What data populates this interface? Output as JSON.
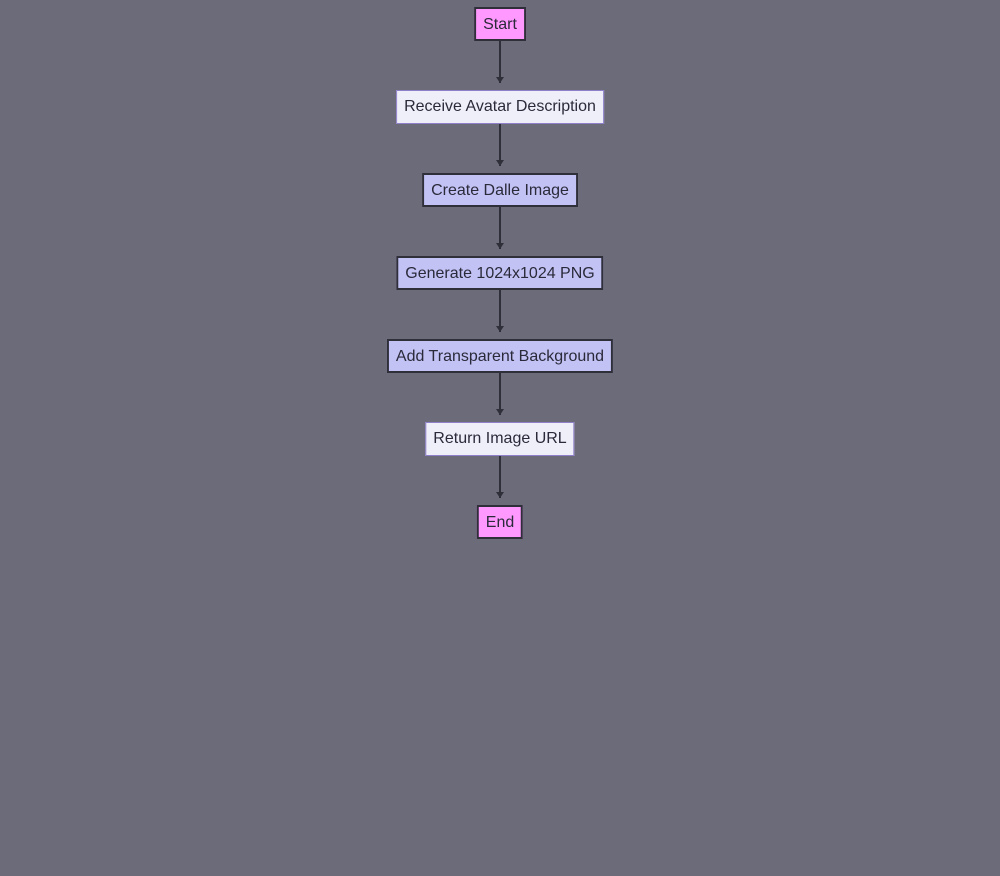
{
  "diagram": {
    "colors": {
      "background": "#6b6b7a",
      "terminal": "#ff99ff",
      "process": "#c2c2f5",
      "io": "#efeffa",
      "edge": "#2f2f3a"
    },
    "nodes": [
      {
        "id": "start",
        "label": "Start",
        "kind": "terminal"
      },
      {
        "id": "receive",
        "label": "Receive Avatar Description",
        "kind": "io"
      },
      {
        "id": "create",
        "label": "Create Dalle Image",
        "kind": "process"
      },
      {
        "id": "generate",
        "label": "Generate 1024x1024 PNG",
        "kind": "process"
      },
      {
        "id": "transparent",
        "label": "Add Transparent Background",
        "kind": "process"
      },
      {
        "id": "return",
        "label": "Return Image URL",
        "kind": "io"
      },
      {
        "id": "end",
        "label": "End",
        "kind": "terminal"
      }
    ],
    "edges": [
      {
        "from": "start",
        "to": "receive"
      },
      {
        "from": "receive",
        "to": "create"
      },
      {
        "from": "create",
        "to": "generate"
      },
      {
        "from": "generate",
        "to": "transparent"
      },
      {
        "from": "transparent",
        "to": "return"
      },
      {
        "from": "return",
        "to": "end"
      }
    ]
  }
}
